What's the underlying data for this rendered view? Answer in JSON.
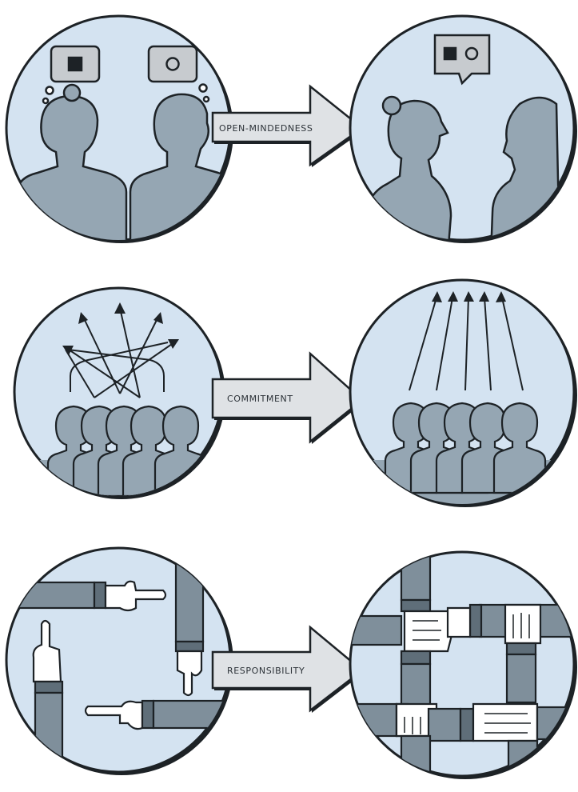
{
  "rows": [
    {
      "label": "OPEN-MINDEDNESS"
    },
    {
      "label": "COMMITMENT"
    },
    {
      "label": "RESPONSIBILITY"
    }
  ],
  "colors": {
    "circle_fill": "#d4e3f1",
    "figure_fill": "#95a6b3",
    "outline": "#1d2226",
    "arrow_fill": "#dfe2e5",
    "sleeve_fill": "#7f8f9b",
    "cuff_fill": "#5f6e79",
    "hand_fill": "#ffffff"
  },
  "icons": {
    "speech_bubble_square": "square-icon",
    "speech_bubble_circle": "circle-icon"
  }
}
